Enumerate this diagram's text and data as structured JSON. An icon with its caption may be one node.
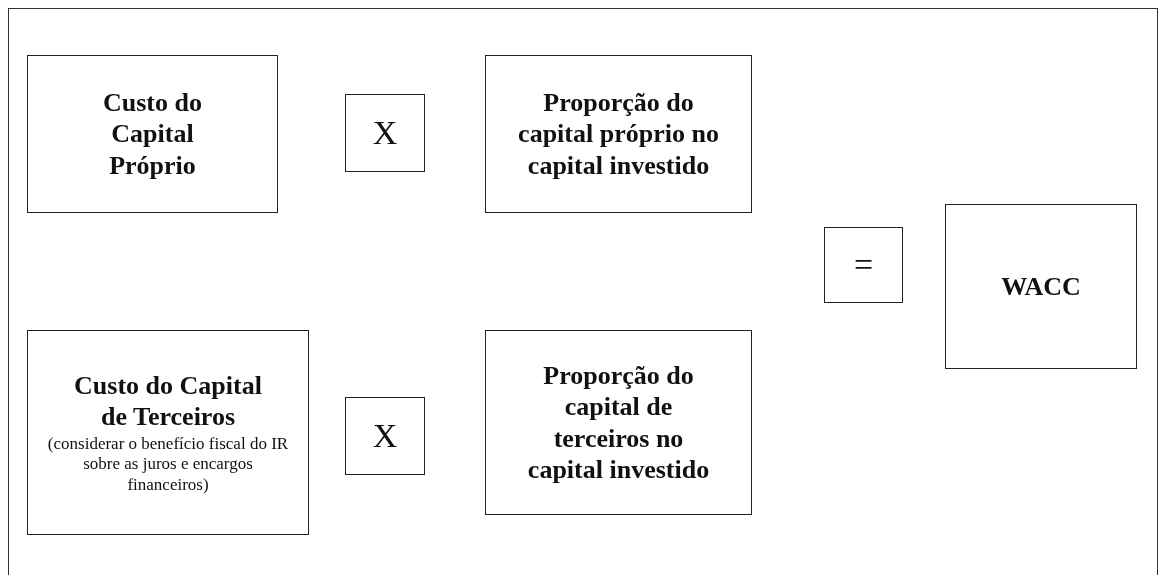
{
  "diagram": {
    "nodes": [
      {
        "text": [
          "Custo do Capital Próprio"
        ]
      },
      {
        "text": [
          "X"
        ]
      },
      {
        "text": [
          "Proporção do capital próprio no capital investido"
        ]
      },
      {
        "text": [
          "="
        ]
      },
      {
        "text": [
          "WACC"
        ]
      },
      {
        "text": [
          "Custo do Capital de Terceiros",
          "(considerar o benefício fiscal do IR sobre as juros e encargos financeiros)"
        ]
      },
      {
        "text": [
          "X"
        ]
      },
      {
        "text": [
          "Proporção do capital de terceiros no capital investido"
        ]
      }
    ]
  }
}
